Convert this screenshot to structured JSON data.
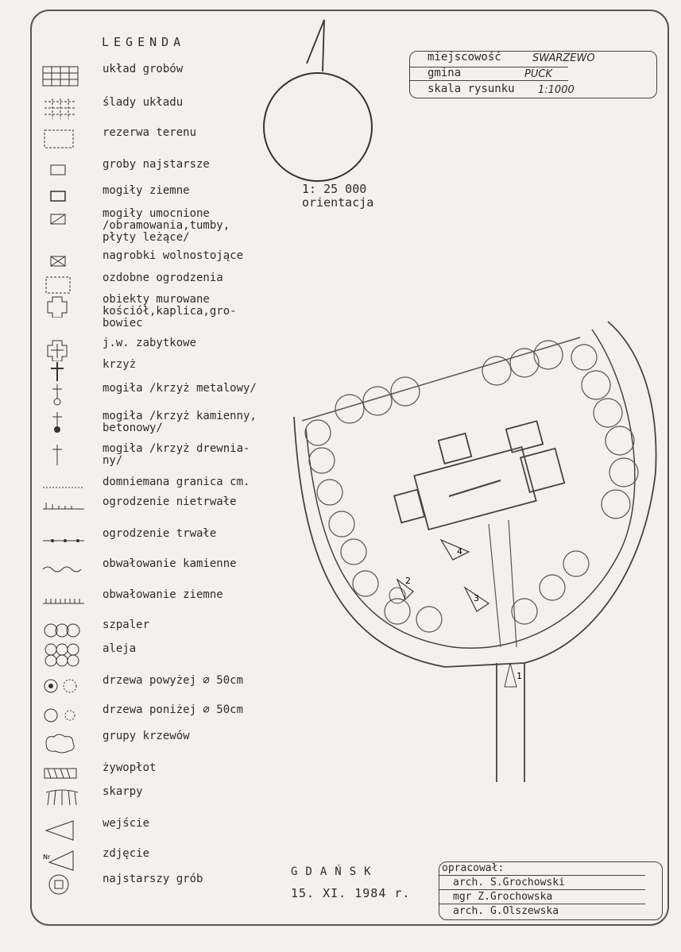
{
  "legend": {
    "title": "LEGENDA",
    "items": [
      {
        "icon": "grid-layout-icon",
        "label": "układ grobów"
      },
      {
        "icon": "grid-traces-icon",
        "label": "ślady układu"
      },
      {
        "icon": "reserve-icon",
        "label": "rezerwa terenu"
      },
      {
        "icon": "oldest-graves-icon",
        "label": "groby najstarsze"
      },
      {
        "icon": "earth-grave-icon",
        "label": "mogiły ziemne"
      },
      {
        "icon": "reinforced-grave-icon",
        "label": "mogiły umocnione\n/obramowania,tumby,\npłyty leżące/"
      },
      {
        "icon": "tombstone-icon",
        "label": "nagrobki wolnostojące"
      },
      {
        "icon": "fence-ornamental-icon",
        "label": "ozdobne ogrodzenia"
      },
      {
        "icon": "masonry-building-icon",
        "label": "obiekty murowane\nkościół,kaplica,gro-\nbowiec"
      },
      {
        "icon": "historic-building-icon",
        "label": "j.w. zabytkowe"
      },
      {
        "icon": "cross-icon",
        "label": "krzyż"
      },
      {
        "icon": "metal-cross-grave-icon",
        "label": "mogiła /krzyż metalowy/"
      },
      {
        "icon": "stone-cross-grave-icon",
        "label": "mogiła /krzyż kamienny,\nbetonowy/"
      },
      {
        "icon": "wooden-cross-grave-icon",
        "label": "mogiła /krzyż drewnia-\n        ny/"
      },
      {
        "icon": "boundary-icon",
        "label": "domniemana granica cm."
      },
      {
        "icon": "temporary-fence-icon",
        "label": "ogrodzenie nietrwałe"
      },
      {
        "icon": "permanent-fence-icon",
        "label": "ogrodzenie trwałe"
      },
      {
        "icon": "stone-embankment-icon",
        "label": "obwałowanie kamienne"
      },
      {
        "icon": "earth-embankment-icon",
        "label": "obwałowanie ziemne"
      },
      {
        "icon": "tree-row-icon",
        "label": "szpaler"
      },
      {
        "icon": "alley-icon",
        "label": "aleja"
      },
      {
        "icon": "large-tree-icon",
        "label": "drzewa powyżej ⌀ 50cm"
      },
      {
        "icon": "small-tree-icon",
        "label": "drzewa poniżej ⌀ 50cm"
      },
      {
        "icon": "shrubs-icon",
        "label": "grupy krzewów"
      },
      {
        "icon": "hedge-icon",
        "label": "żywopłot"
      },
      {
        "icon": "slope-icon",
        "label": "skarpy"
      },
      {
        "icon": "entrance-icon",
        "label": "wejście"
      },
      {
        "icon": "photo-icon",
        "label": "zdjęcie"
      },
      {
        "icon": "oldest-grave-marker-icon",
        "label": "najstarszy grób"
      }
    ]
  },
  "orientation": {
    "scale": "1: 25 000",
    "label": "orientacja"
  },
  "location_box": {
    "rows": [
      {
        "label": "miejscowość",
        "value": "SWARZEWO"
      },
      {
        "label": "gmina",
        "value": "PUCK"
      },
      {
        "label": "skala rysunku",
        "value": "1:1000"
      }
    ]
  },
  "footer": {
    "city": "GDAŃSK",
    "date": "15. XI. 1984 r.",
    "prepared_label": "opracował:",
    "authors": [
      "arch. S.Grochowski",
      "mgr  Z.Grochowska",
      "arch. G.Olszewska"
    ]
  },
  "map_labels": {
    "entrance": "1",
    "photos": [
      "2",
      "3",
      "4"
    ]
  }
}
